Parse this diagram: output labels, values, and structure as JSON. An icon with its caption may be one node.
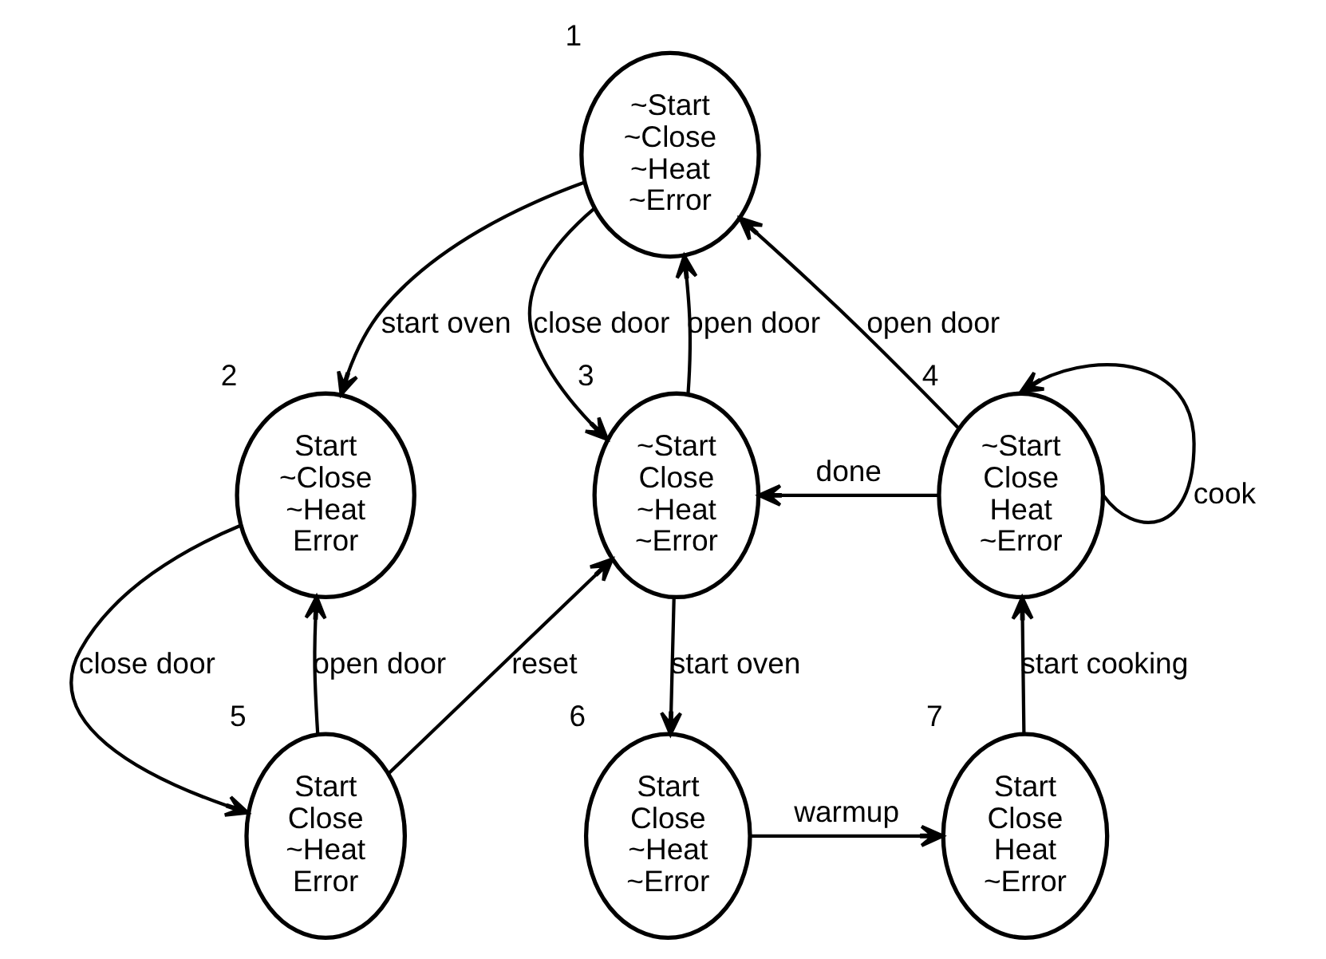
{
  "diagram": {
    "nodes": [
      {
        "text": [
          "~Start",
          "~Close",
          "~Heat",
          "~Error"
        ],
        "beside": [
          "1"
        ]
      },
      {
        "text": [
          "Start",
          "~Close",
          "~Heat",
          "Error"
        ],
        "beside": [
          "2"
        ]
      },
      {
        "text": [
          "~Start",
          "Close",
          "~Heat",
          "~Error"
        ],
        "beside": [
          "3"
        ]
      },
      {
        "text": [
          "~Start",
          "Close",
          "Heat",
          "~Error"
        ],
        "beside": [
          "4"
        ]
      },
      {
        "text": [
          "Start",
          "Close",
          "~Heat",
          "Error"
        ],
        "beside": [
          "5"
        ]
      },
      {
        "text": [
          "Start",
          "Close",
          "~Heat",
          "~Error"
        ],
        "beside": [
          "6"
        ]
      },
      {
        "text": [
          "Start",
          "Close",
          "Heat",
          "~Error"
        ],
        "beside": [
          "7"
        ]
      }
    ],
    "edges": [
      {
        "from": 0,
        "to": 1,
        "arrow": "to",
        "label": "start oven"
      },
      {
        "from": 2,
        "to": 0,
        "arrow": "to",
        "label": "open door"
      },
      {
        "from": 0,
        "to": 2,
        "arrow": "to",
        "label": "close door"
      },
      {
        "from": 3,
        "to": 0,
        "arrow": "to",
        "label": "open door"
      },
      {
        "from": 3,
        "to": 3,
        "arrow": "to",
        "label": "cook"
      },
      {
        "from": 3,
        "to": 2,
        "arrow": "to",
        "label": "done"
      },
      {
        "from": 1,
        "to": 4,
        "arrow": "to",
        "label": "close door"
      },
      {
        "from": 4,
        "to": 1,
        "arrow": "to",
        "label": "open door"
      },
      {
        "from": 4,
        "to": 2,
        "arrow": "to",
        "label": "reset"
      },
      {
        "from": 2,
        "to": 5,
        "arrow": "to",
        "label": "start oven"
      },
      {
        "from": 5,
        "to": 6,
        "arrow": "to",
        "label": "warmup"
      },
      {
        "from": 6,
        "to": 3,
        "arrow": "to",
        "label": "start cooking"
      }
    ]
  }
}
